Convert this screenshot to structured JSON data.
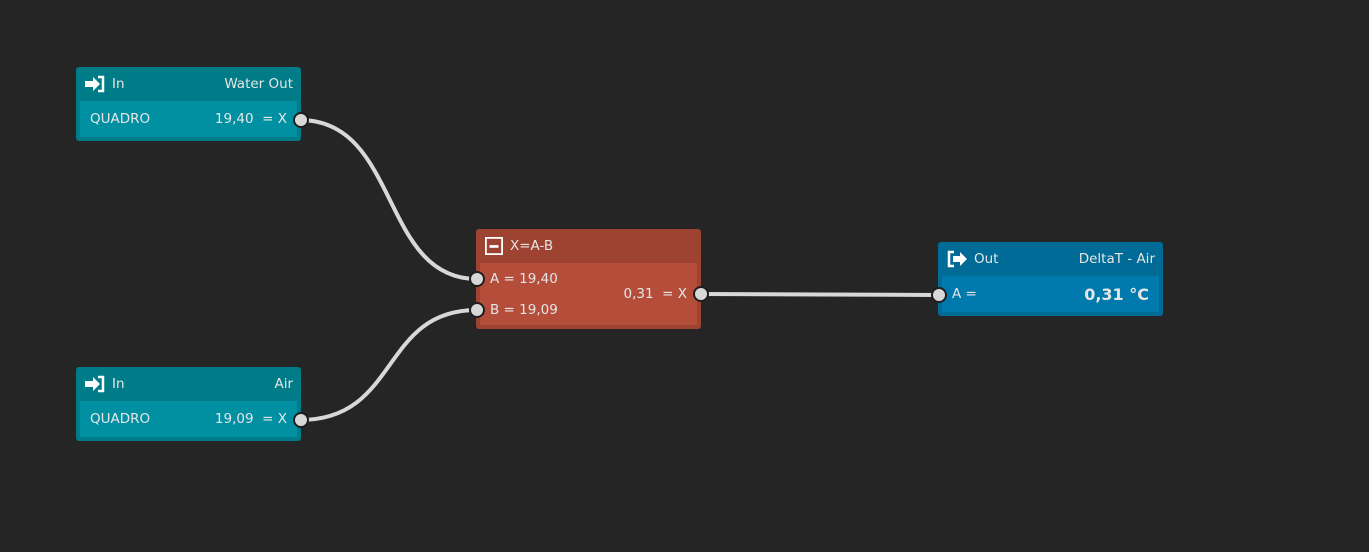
{
  "nodes": {
    "in1": {
      "type": "In",
      "name": "Water Out",
      "source": "QUADRO",
      "value": "19,40",
      "suffix": "= X",
      "icon": "sign-in-icon"
    },
    "in2": {
      "type": "In",
      "name": "Air",
      "source": "QUADRO",
      "value": "19,09",
      "suffix": "= X",
      "icon": "sign-in-icon"
    },
    "math": {
      "title": "X=A-B",
      "a": "A = 19,40",
      "b": "B = 19,09",
      "out": "0,31",
      "suffix": "= X",
      "icon": "minus-square-icon"
    },
    "out": {
      "type": "Out",
      "name": "DeltaT - Air",
      "input": "A =",
      "value": "0,31 °C",
      "icon": "sign-out-icon"
    }
  },
  "colors": {
    "background": "#252525",
    "input_node": "#0090a2",
    "math_node": "#b54d3b",
    "output_node": "#007aad",
    "wire": "#d8d8d8"
  }
}
